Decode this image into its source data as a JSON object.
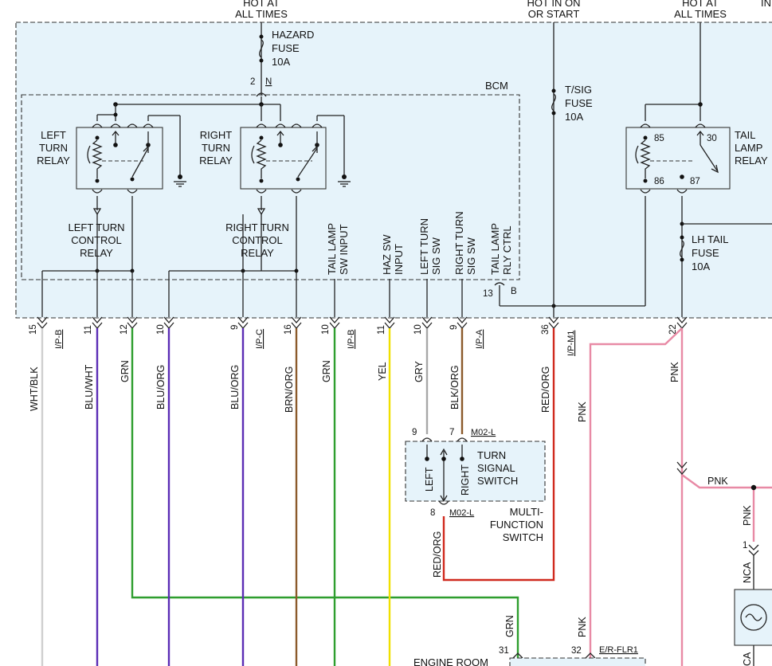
{
  "top": {
    "hot_at_all_times_1": "HOT AT",
    "hot_at_all_times_1b": "ALL TIMES",
    "hot_in_on_or_start": "HOT IN ON",
    "hot_in_on_or_start_b": "OR START",
    "hot_at_all_times_2": "HOT AT",
    "hot_at_all_times_2b": "ALL TIMES",
    "edge_fragment": "IN"
  },
  "fuses": {
    "hazard": [
      "HAZARD",
      "FUSE",
      "10A"
    ],
    "tsig": [
      "T/SIG",
      "FUSE",
      "10A"
    ],
    "lhtail": [
      "LH TAIL",
      "FUSE",
      "10A"
    ]
  },
  "bcm": {
    "label": "BCM",
    "hazard_pin": "2",
    "hazard_conn": "N",
    "tail_pin": "13",
    "tail_conn": "B"
  },
  "relays": {
    "left": [
      "LEFT",
      "TURN",
      "RELAY"
    ],
    "right": [
      "RIGHT",
      "TURN",
      "RELAY"
    ],
    "tail": [
      "TAIL",
      "LAMP",
      "RELAY"
    ],
    "tail_pins": [
      "85",
      "30",
      "86",
      "87"
    ]
  },
  "bcm_labels": {
    "left_control": [
      "LEFT TURN",
      "CONTROL",
      "RELAY"
    ],
    "right_control": [
      "RIGHT TURN",
      "CONTROL",
      "RELAY"
    ],
    "tail_lamp_sw": [
      "TAIL LAMP",
      "SW INPUT"
    ],
    "haz_sw": [
      "HAZ SW",
      "INPUT"
    ],
    "left_turn_sig": [
      "LEFT TURN",
      "SIG SW"
    ],
    "right_turn_sig": [
      "RIGHT TURN",
      "SIG SW"
    ],
    "tail_lamp_rly": [
      "TAIL LAMP",
      "RLY CTRL"
    ]
  },
  "pins": [
    "15",
    "11",
    "12",
    "10",
    "9",
    "16",
    "10",
    "11",
    "10",
    "9",
    "36",
    "22"
  ],
  "connectors": [
    "I/P-B",
    "I/P-C",
    "I/P-B",
    "I/P-A",
    "I/P-M1"
  ],
  "wires": [
    "WHT/BLK",
    "BLU/WHT",
    "GRN",
    "BLU/ORG",
    "BLU/ORG",
    "BRN/ORG",
    "GRN",
    "YEL",
    "GRY",
    "BLK/ORG",
    "RED/ORG",
    "PNK",
    "PNK"
  ],
  "turn_switch": {
    "pin_left": "9",
    "pin_right": "7",
    "conn_top": "M02-L",
    "label": [
      "TURN",
      "SIGNAL",
      "SWITCH"
    ],
    "left": "LEFT",
    "right": "RIGHT",
    "pin_bottom": "8",
    "conn_bottom": "M02-L",
    "multi": [
      "MULTI-",
      "FUNCTION",
      "SWITCH"
    ],
    "out_wire": "RED/ORG"
  },
  "lower": {
    "pnk_1": "PNK",
    "pnk_2": "PNK",
    "pnk_3": "PNK",
    "pnk_4": "PNK",
    "grn": "GRN",
    "pin_31": "31",
    "pin_32": "32",
    "er_flr": "E/R-FLR1",
    "engine_room": "ENGINE ROOM",
    "pin_1": "1",
    "nca_1": "NCA",
    "nca_2": "CA"
  },
  "colors": {
    "panel": "#e6f3fa",
    "blu": "#5b2db5",
    "grn": "#2e9e2e",
    "brn": "#8b5a2b",
    "yel": "#f0e000",
    "gry": "#a8a8a8",
    "red": "#d02a1e",
    "pnk": "#e88aa5",
    "wht": "#cfcfcf"
  }
}
